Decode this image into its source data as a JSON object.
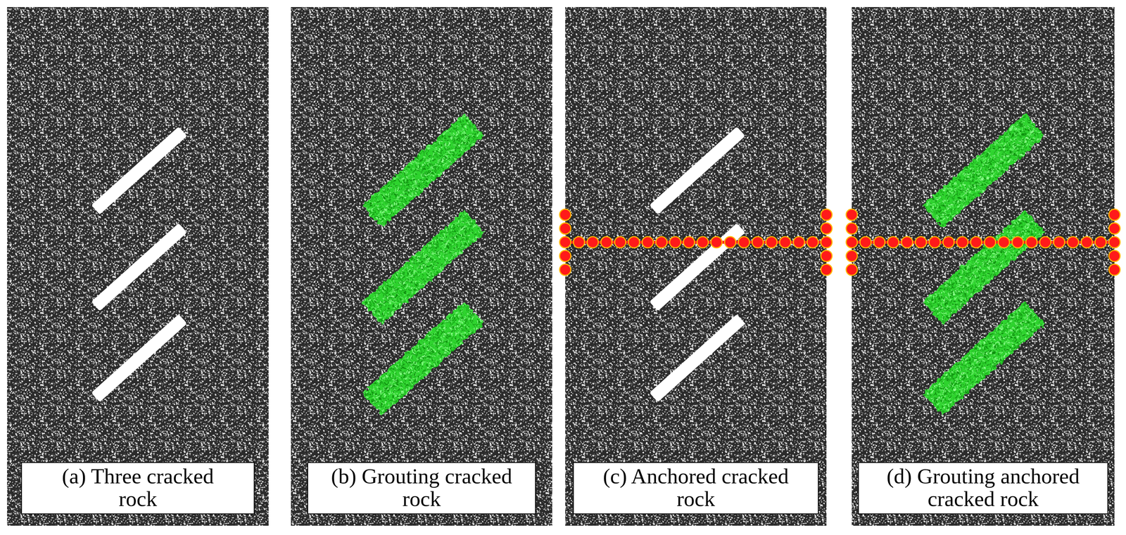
{
  "diagram": {
    "nodes": [
      {
        "text": [
          "(a) Three cracked rock"
        ]
      },
      {
        "text": [
          "(b) Grouting cracked rock"
        ]
      },
      {
        "text": [
          "(c) Anchored cracked rock"
        ]
      },
      {
        "text": [
          "(d) Grouting anchored cracked rock"
        ]
      }
    ]
  }
}
